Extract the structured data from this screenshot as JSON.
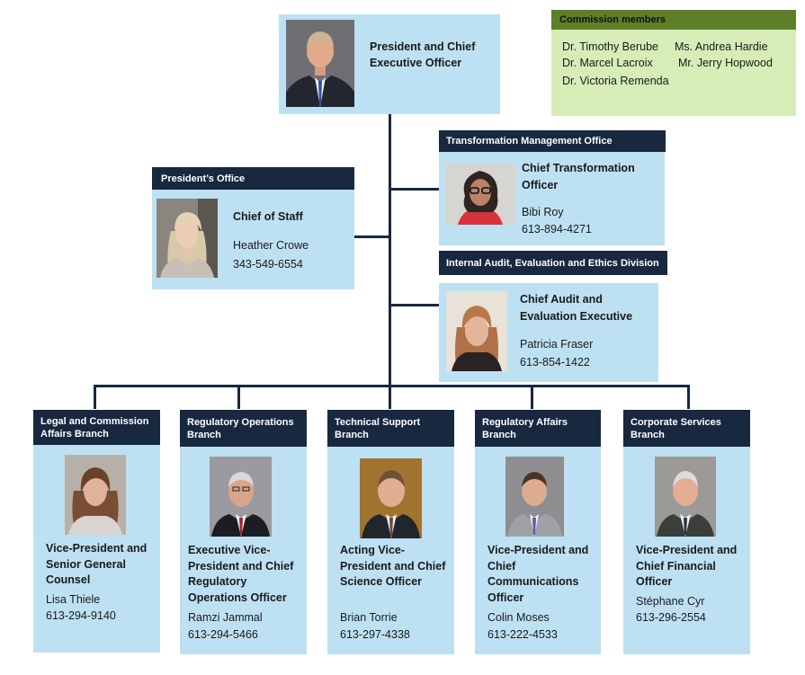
{
  "ceo": {
    "title": "President and Chief Executive Officer"
  },
  "commission": {
    "header": "Commission members",
    "members": [
      "Dr. Timothy Berube",
      "Ms. Andrea Hardie",
      "Dr. Marcel Lacroix",
      "Mr. Jerry Hopwood",
      "Dr. Victoria Remenda"
    ]
  },
  "presidents_office": {
    "header": "President’s Office",
    "title": "Chief of Staff",
    "name": "Heather Crowe",
    "phone": "343-549-6554"
  },
  "transformation": {
    "header": "Transformation Management Office",
    "title": "Chief Transformation Officer",
    "name": "Bibi Roy",
    "phone": "613-894-4271"
  },
  "audit": {
    "header": "Internal Audit, Evaluation and Ethics Division",
    "title": "Chief Audit and Evaluation Executive",
    "name": "Patricia Fraser",
    "phone": "613-854-1422"
  },
  "branches": [
    {
      "header": "Legal and Commission Affairs Branch",
      "title": "Vice-President and Senior General Counsel",
      "name": "Lisa Thiele",
      "phone": "613-294-9140"
    },
    {
      "header": "Regulatory Operations Branch",
      "title": "Executive Vice-President and Chief Regulatory Operations Officer",
      "name": "Ramzi Jammal",
      "phone": "613-294-5466"
    },
    {
      "header": "Technical Support Branch",
      "title": "Acting Vice-President and Chief Science Officer",
      "name": "Brian Torrie",
      "phone": "613-297-4338"
    },
    {
      "header": "Regulatory Affairs Branch",
      "title": "Vice-President and Chief Communications Officer",
      "name": "Colin Moses",
      "phone": "613-222-4533"
    },
    {
      "header": "Corporate Services Branch",
      "title": "Vice-President and Chief Financial Officer",
      "name": "Stéphane Cyr",
      "phone": "613-296-2554"
    }
  ],
  "colors": {
    "box_fill": "#bde1f2",
    "header_fill": "#17283f",
    "connector": "#17283f",
    "commission_header": "#5d7f27",
    "commission_fill": "#d7edb7"
  }
}
